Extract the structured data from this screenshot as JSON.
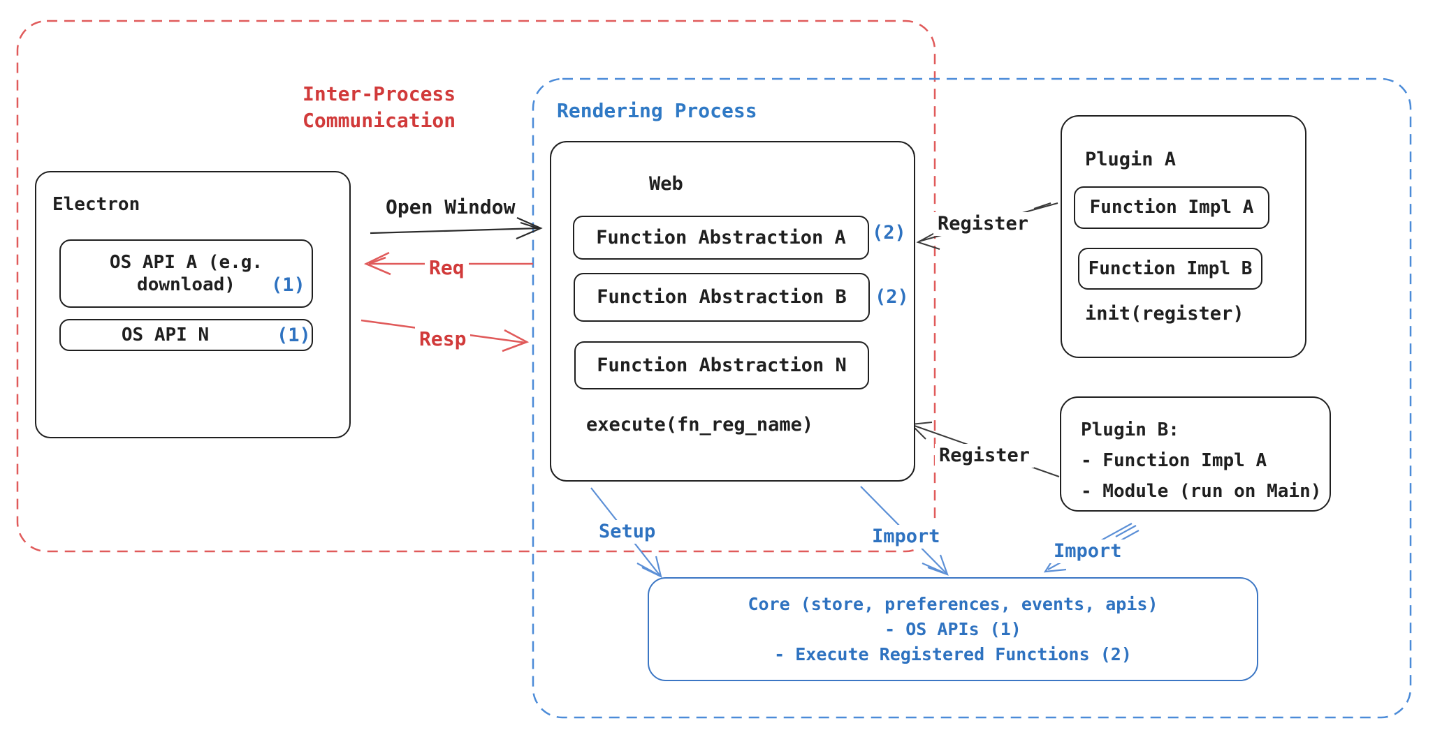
{
  "diagram": {
    "ipc_group": {
      "label_line1": "Inter-Process",
      "label_line2": "Communication"
    },
    "rendering_group": {
      "label": "Rendering Process"
    },
    "electron": {
      "title": "Electron",
      "os_api_a": {
        "line1": "OS API A (e.g.",
        "line2": "download)",
        "badge": "(1)"
      },
      "os_api_n": {
        "label": "OS API N",
        "badge": "(1)"
      }
    },
    "web": {
      "title": "Web",
      "fa_a": {
        "label": "Function Abstraction A",
        "badge": "(2)"
      },
      "fa_b": {
        "label": "Function Abstraction B",
        "badge": "(2)"
      },
      "fa_n": {
        "label": "Function Abstraction N"
      },
      "execute": "execute(fn_reg_name)"
    },
    "plugin_a": {
      "title": "Plugin A",
      "impl_a": "Function Impl A",
      "impl_b": "Function Impl B",
      "init": "init(register)"
    },
    "plugin_b": {
      "line1": "Plugin B:",
      "line2": "- Function Impl A",
      "line3": "- Module (run on Main)"
    },
    "core": {
      "line1": "Core (store, preferences, events, apis)",
      "line2": "- OS APIs (1)",
      "line3": "- Execute Registered Functions (2)"
    },
    "arrows": {
      "open_window": "Open Window",
      "req": "Req",
      "resp": "Resp",
      "register_a": "Register",
      "register_b": "Register",
      "setup": "Setup",
      "import_web": "Import",
      "import_plugin": "Import"
    },
    "colors": {
      "ink": "#1f1f1f",
      "red_text": "#d13a3a",
      "red_stroke": "#e05a5a",
      "blue_text": "#2e72c0",
      "blue_dash": "#4b8bd8",
      "blue_arrow": "#5b8fd6",
      "core_border": "#3b76c4"
    }
  }
}
